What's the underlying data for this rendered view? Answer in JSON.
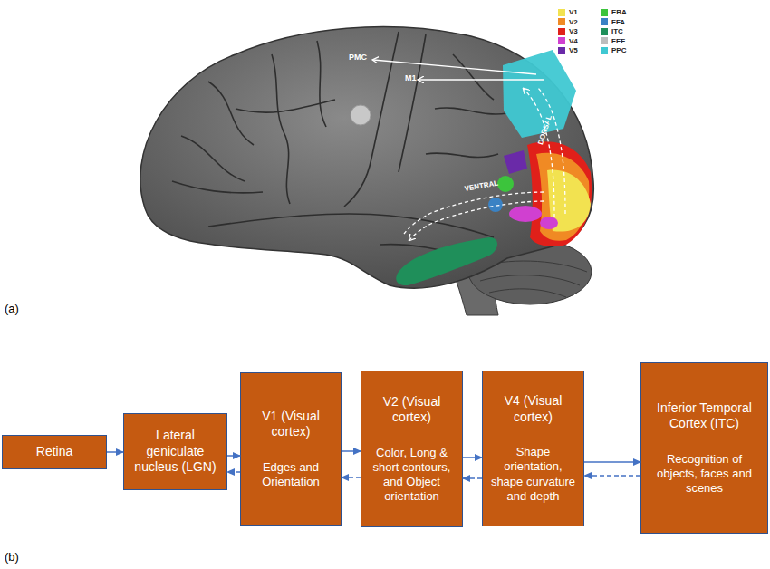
{
  "diagram": {
    "nodes": [
      {
        "text": [
          "Retina"
        ]
      },
      {
        "text": [
          "Lateral geniculate nucleus (LGN)"
        ]
      },
      {
        "text": [
          "V1 (Visual cortex)",
          "Edges and Orientation"
        ]
      },
      {
        "text": [
          "V2 (Visual cortex)",
          "Color, Long & short contours, and Object orientation"
        ]
      },
      {
        "text": [
          "V4 (Visual cortex)",
          "Shape orientation, shape curvature and depth"
        ]
      },
      {
        "text": [
          "Inferior Temporal Cortex (ITC)",
          "Recognition of objects, faces and scenes"
        ]
      }
    ],
    "edges": [
      {
        "from": 0,
        "to": 1,
        "arrow": "to"
      },
      {
        "from": 1,
        "to": 2,
        "arrow": "to"
      },
      {
        "from": 2,
        "to": 1,
        "arrow": "to"
      },
      {
        "from": 2,
        "to": 3,
        "arrow": "to"
      },
      {
        "from": 3,
        "to": 2,
        "arrow": "to"
      },
      {
        "from": 3,
        "to": 4,
        "arrow": "to"
      },
      {
        "from": 4,
        "to": 3,
        "arrow": "to"
      },
      {
        "from": 4,
        "to": 5,
        "arrow": "to"
      },
      {
        "from": 5,
        "to": 4,
        "arrow": "to"
      }
    ],
    "labels": [
      "(a)",
      "PMC",
      "M1",
      "DORSAL",
      "VENTRAL",
      "(b)"
    ],
    "legend": [
      {
        "text": "V1",
        "color": "#f2e250"
      },
      {
        "text": "V2",
        "color": "#f08a24"
      },
      {
        "text": "V3",
        "color": "#e0201a"
      },
      {
        "text": "V4",
        "color": "#d040d0"
      },
      {
        "text": "V5",
        "color": "#6a2aa8"
      },
      {
        "text": "EBA",
        "color": "#3cc43c"
      },
      {
        "text": "FFA",
        "color": "#3a82c4"
      },
      {
        "text": "ITC",
        "color": "#1f8f5a"
      },
      {
        "text": "FEF",
        "color": "#bdbdbd"
      },
      {
        "text": "PPC",
        "color": "#3fc8d2"
      }
    ]
  }
}
